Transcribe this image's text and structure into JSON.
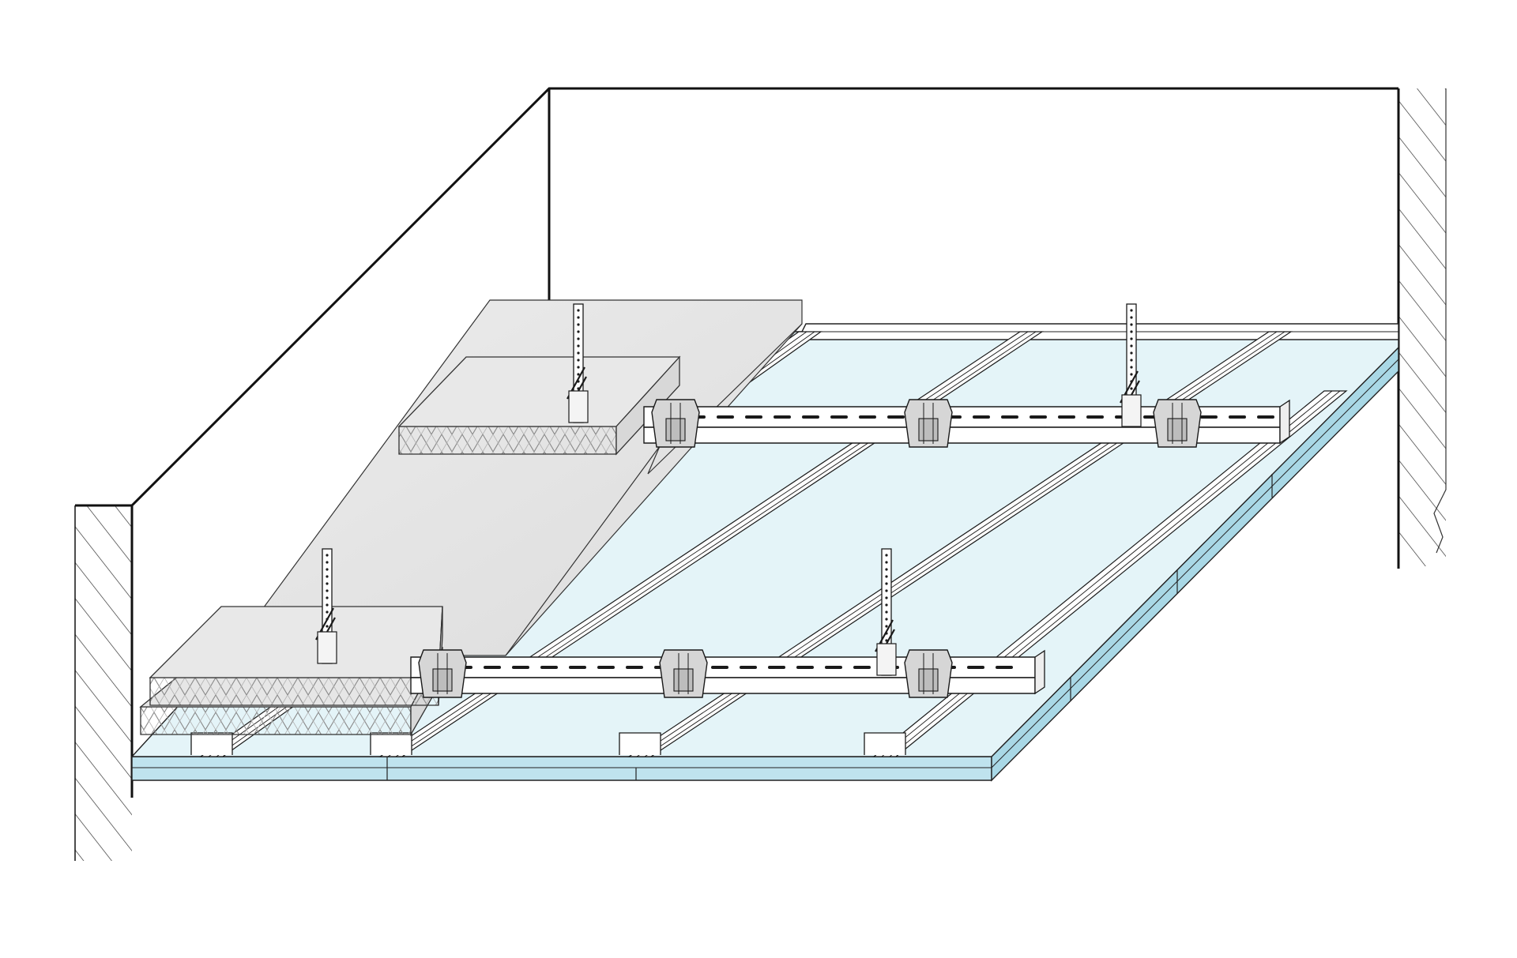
{
  "diagram": {
    "kind": "suspended-ceiling-isometric",
    "components": [
      "left-masonry-wall",
      "right-masonry-wall",
      "room-outline",
      "plasterboard-layers",
      "primary-channels",
      "furring-channels",
      "hangers",
      "connector-clips",
      "mineral-wool-insulation"
    ],
    "colors": {
      "board_face": "#e4f4f8",
      "board_edge": "#bfe3ee",
      "insulation_top": "#e6e6e6",
      "insulation_side": "#f2f2f2",
      "steel": "#ffffff",
      "clip": "#d6d6d6",
      "line": "#1a1a1a"
    },
    "counts": {
      "primary_channels": 2,
      "furring_channels_visible": 4,
      "hangers": 4,
      "insulation_slabs": 3
    }
  }
}
